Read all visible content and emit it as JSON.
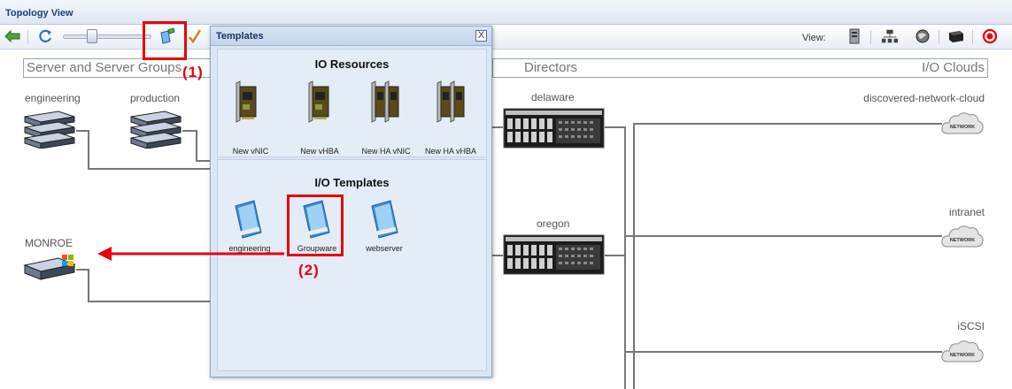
{
  "window": {
    "title": "Topology View"
  },
  "toolbar": {
    "view_label": "View:",
    "icons": [
      "back-arrow-icon",
      "refresh-icon",
      "zoom-slider",
      "templates-icon",
      "checkmark-icon",
      "server-view-icon",
      "network-view-icon",
      "globe-view-icon",
      "storage-view-icon",
      "stop-record-icon"
    ]
  },
  "columns": {
    "servers": "Server and Server Groups",
    "directors": "Directors",
    "clouds": "I/O Clouds"
  },
  "server_groups": [
    {
      "label": "engineering"
    },
    {
      "label": "production"
    }
  ],
  "servers": [
    {
      "label": "MONROE"
    }
  ],
  "directors": [
    {
      "label": "delaware"
    },
    {
      "label": "oregon"
    }
  ],
  "clouds": [
    {
      "label": "discovered-network-cloud",
      "badge": "NETWORK"
    },
    {
      "label": "intranet",
      "badge": "NETWORK"
    },
    {
      "label": "iSCSI",
      "badge": "NETWORK"
    }
  ],
  "templates_dialog": {
    "title": "Templates",
    "close_label": "X",
    "io_resources": {
      "title": "IO Resources",
      "items": [
        {
          "label": "New vNIC"
        },
        {
          "label": "New vHBA"
        },
        {
          "label": "New HA vNIC"
        },
        {
          "label": "New HA vHBA"
        }
      ]
    },
    "io_templates": {
      "title": "I/O Templates",
      "items": [
        {
          "label": "engineering"
        },
        {
          "label": "Groupware"
        },
        {
          "label": "webserver"
        }
      ]
    }
  },
  "annotations": {
    "callout_1": "(1)",
    "callout_2": "(2)"
  },
  "colors": {
    "accent_red": "#e8000b",
    "title_blue": "#1f3f73",
    "dialog_bg": "#dbe6f4"
  }
}
